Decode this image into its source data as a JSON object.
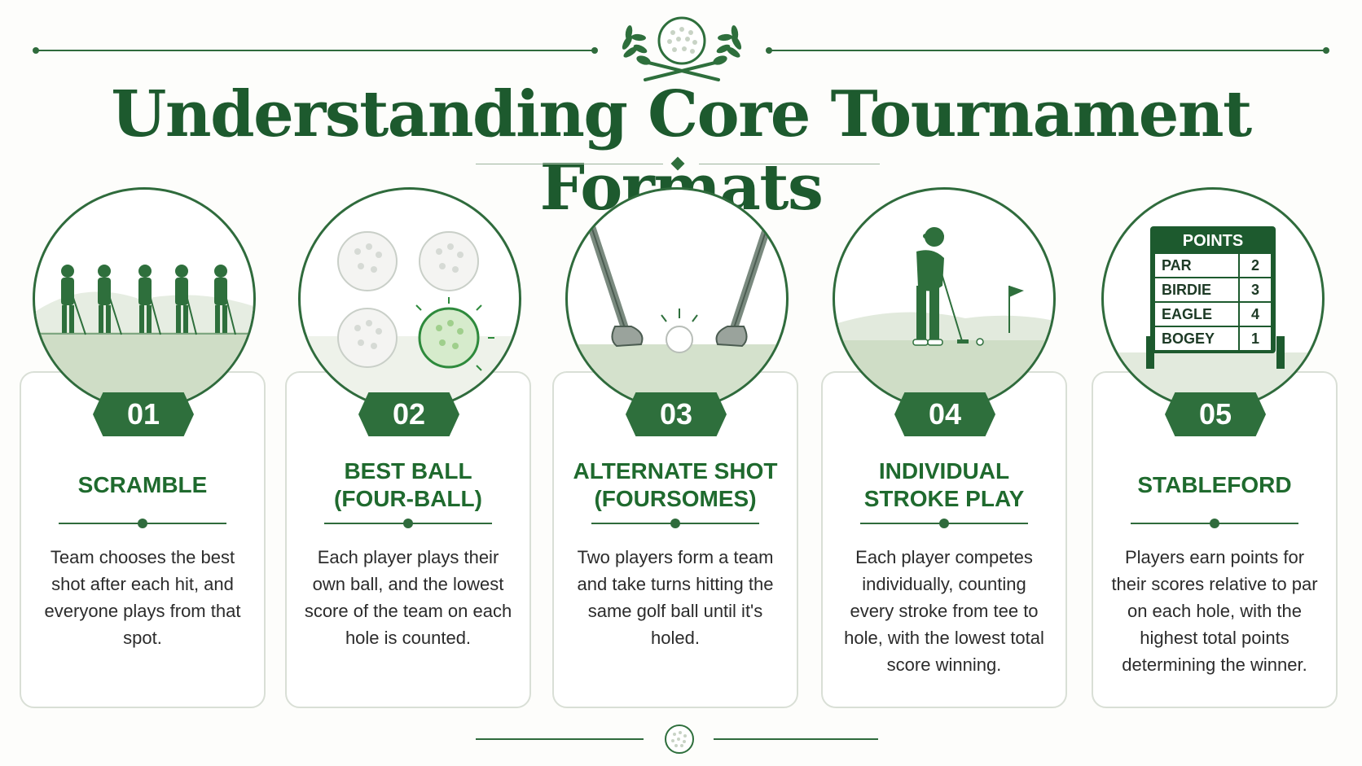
{
  "header": {
    "title": "Understanding Core Tournament Formats"
  },
  "formats": [
    {
      "number": "01",
      "title": "SCRAMBLE",
      "description": "Team chooses the best shot after each hit, and everyone plays from that spot.",
      "illustration": "golfers-group-icon"
    },
    {
      "number": "02",
      "title": "BEST BALL\n(FOUR-BALL)",
      "description": "Each player plays their own ball, and the lowest score of the team on each hole is counted.",
      "illustration": "four-golf-balls-icon"
    },
    {
      "number": "03",
      "title": "ALTERNATE SHOT\n(FOURSOMES)",
      "description": "Two players form a team and take turns hitting the same golf ball until it's holed.",
      "illustration": "two-clubs-ball-icon"
    },
    {
      "number": "04",
      "title": "INDIVIDUAL\nSTROKE PLAY",
      "description": "Each player competes individually, counting every stroke from tee to hole, with the lowest total score winning.",
      "illustration": "golfer-putting-icon"
    },
    {
      "number": "05",
      "title": "STABLEFORD",
      "description": "Players earn points for their scores relative to par on each hole, with the highest total points determining the winner.",
      "illustration": "points-scoreboard-icon"
    }
  ],
  "scoreboard": {
    "heading": "POINTS",
    "rows": [
      {
        "label": "PAR",
        "points": "2"
      },
      {
        "label": "BIRDIE",
        "points": "3"
      },
      {
        "label": "EAGLE",
        "points": "4"
      },
      {
        "label": "BOGEY",
        "points": "1"
      }
    ]
  },
  "colors": {
    "primary": "#2e6f3c",
    "title": "#1d5a2e",
    "text": "#2b2b2b",
    "card_border": "#d9dfd6",
    "light_green": "#cfe0c8"
  },
  "icons": {
    "top_emblem": "golf-ball-laurel-emblem-icon",
    "bottom_emblem": "golf-ball-icon"
  }
}
